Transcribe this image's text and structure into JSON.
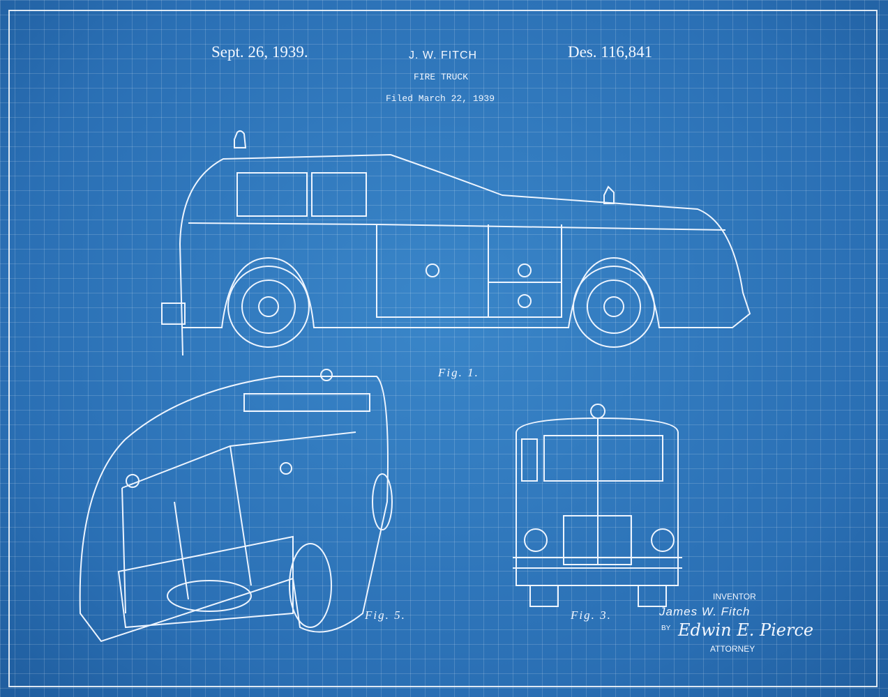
{
  "header": {
    "date": "Sept. 26, 1939.",
    "inventor_short": "J. W. FITCH",
    "title": "FIRE TRUCK",
    "filed": "Filed March 22, 1939",
    "patent_number": "Des. 116,841"
  },
  "figures": {
    "fig1": "Fig. 1.",
    "fig5": "Fig. 5.",
    "fig3": "Fig. 3."
  },
  "signature": {
    "inventor_label": "INVENTOR",
    "inventor_name": "James W. Fitch",
    "by": "BY",
    "attorney_signature": "Edwin E. Pierce",
    "attorney_label": "ATTORNEY"
  },
  "colors": {
    "background": "#2c74b9",
    "lines": "#eef5ff"
  }
}
